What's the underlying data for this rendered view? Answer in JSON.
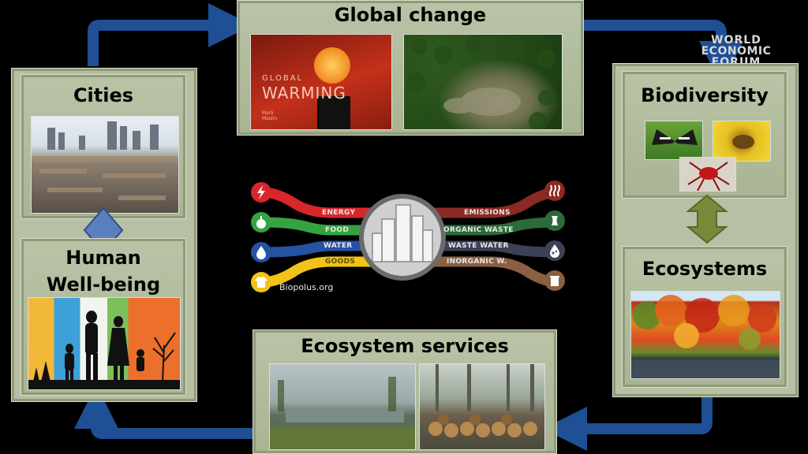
{
  "panels": {
    "global_change": {
      "title": "Global change",
      "book_line1": "GLOBAL",
      "book_line2": "WARMING",
      "book_author": "Mark\nMaslin"
    },
    "cities": {
      "title": "Cities"
    },
    "human_wellbeing": {
      "title_line1": "Human",
      "title_line2": "Well-being"
    },
    "biodiversity": {
      "title": "Biodiversity"
    },
    "ecosystems": {
      "title": "Ecosystems"
    },
    "ecosystem_services": {
      "title": "Ecosystem services"
    }
  },
  "logo": {
    "line1": "WORLD",
    "line2": "ECONOMIC",
    "line3": "FORUM"
  },
  "flows": {
    "inputs": [
      "ENERGY",
      "FOOD",
      "WATER",
      "GOODS"
    ],
    "outputs": [
      "EMISSIONS",
      "ORGANIC WASTE",
      "WASTE WATER",
      "INORGANIC W."
    ],
    "credit": "Biopolus.org"
  },
  "colors": {
    "arrow_blue": "#1f4f95",
    "panel_green": "#b3bd9d",
    "energy": "#d9262a",
    "food": "#36a341",
    "water": "#2453a3",
    "goods": "#f2c316",
    "emissions": "#8b2a22",
    "organic_waste": "#2c6a3a",
    "waste_water": "#3d4156",
    "inorganic": "#8a6042"
  }
}
